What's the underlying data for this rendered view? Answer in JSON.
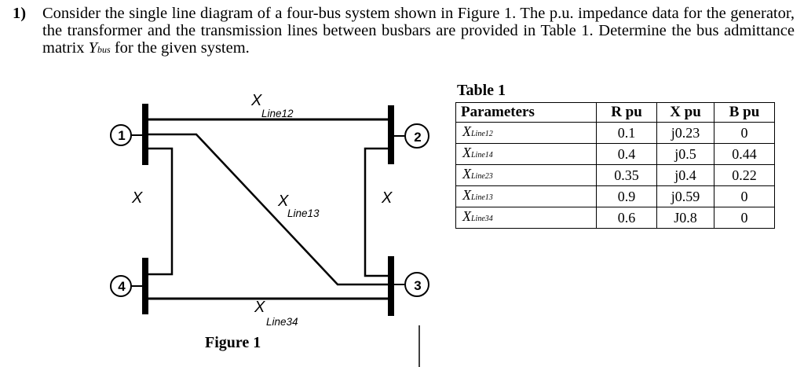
{
  "question": {
    "number": "1)",
    "text_before": "Consider the single line diagram of a four-bus system shown in Figure 1. The p.u. impedance data for the generator, the transformer and the transmission lines between busbars are provided in Table 1. Determine the bus admittance matrix ",
    "ybus_symbol": "Y",
    "ybus_subscript": "bus",
    "text_after": " for the given system."
  },
  "figure": {
    "caption": "Figure 1",
    "bus_labels": [
      "1",
      "2",
      "3",
      "4"
    ],
    "x_symbol": "X",
    "line_labels": {
      "line12": "Line12",
      "line13": "Line13",
      "line34": "Line34"
    }
  },
  "table": {
    "title": "Table 1",
    "headers": [
      "Parameters",
      "R pu",
      "X pu",
      "B pu"
    ],
    "rows": [
      {
        "name_main": "X",
        "name_sub": "Line12",
        "r": "0.1",
        "x": "j0.23",
        "b": "0"
      },
      {
        "name_main": "X",
        "name_sub": "Line14",
        "r": "0.4",
        "x": "j0.5",
        "b": "0.44"
      },
      {
        "name_main": "X",
        "name_sub": "Line23",
        "r": "0.35",
        "x": "j0.4",
        "b": "0.22"
      },
      {
        "name_main": "X",
        "name_sub": "Line13",
        "r": "0.9",
        "x": "j0.59",
        "b": "0"
      },
      {
        "name_main": "X",
        "name_sub": "Line34",
        "r": "0.6",
        "x": "J0.8",
        "b": "0"
      }
    ]
  }
}
